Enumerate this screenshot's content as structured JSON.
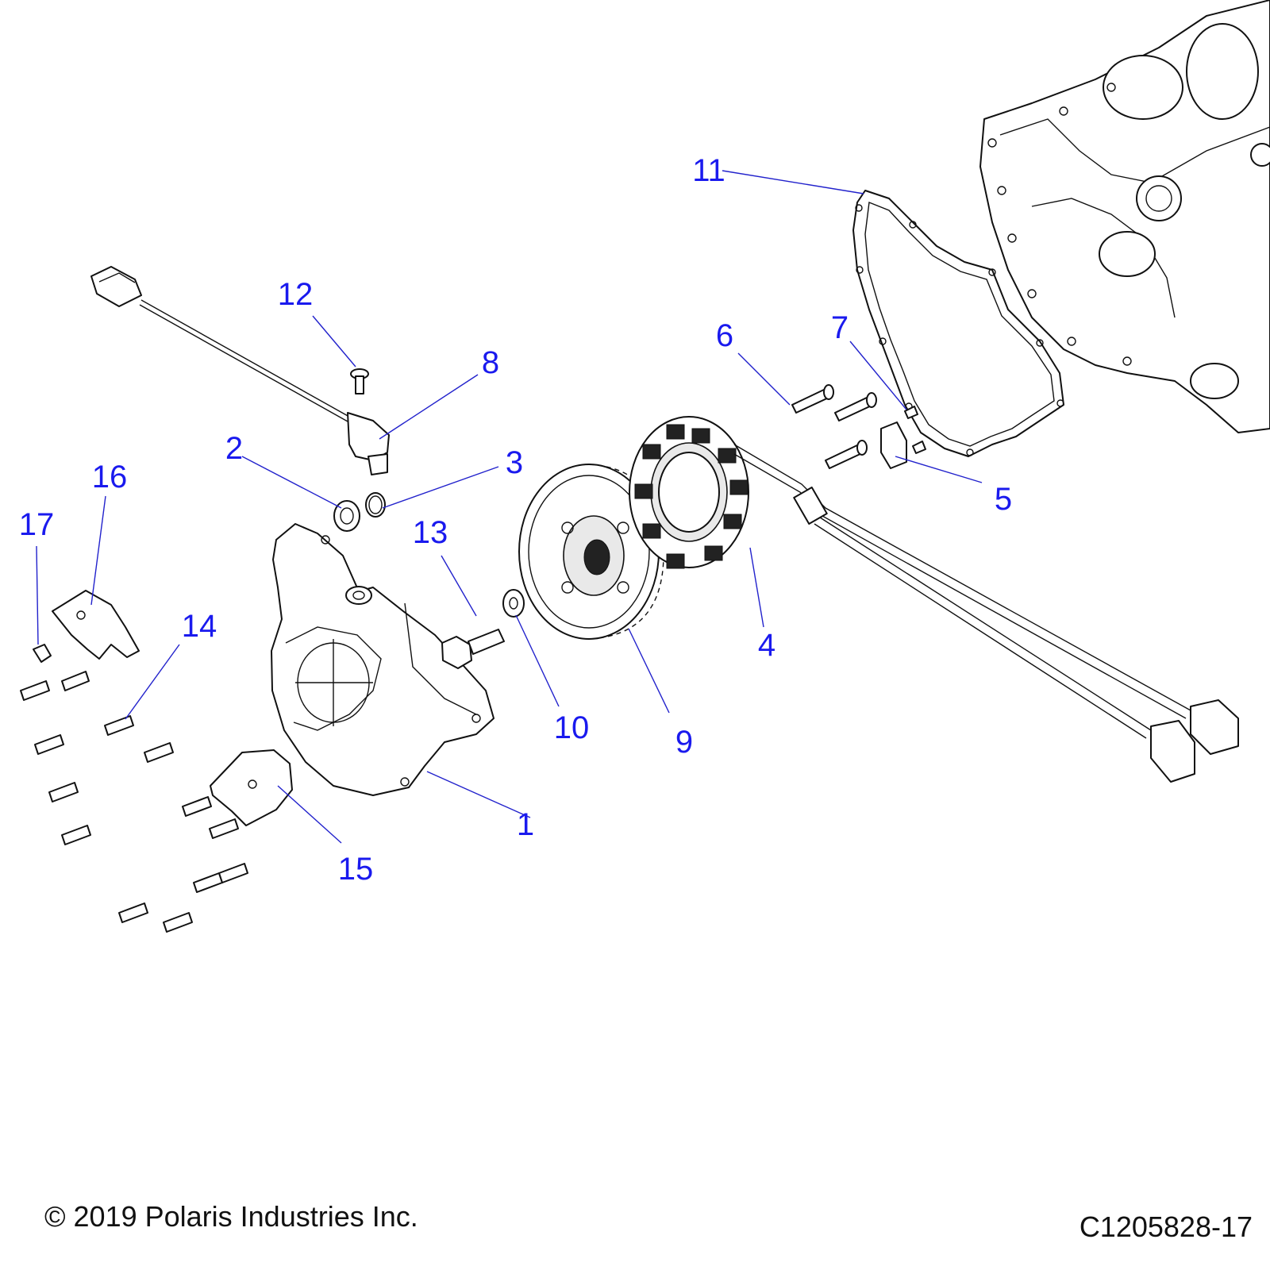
{
  "callouts": [
    {
      "id": "1",
      "label": "1"
    },
    {
      "id": "2",
      "label": "2"
    },
    {
      "id": "3",
      "label": "3"
    },
    {
      "id": "4",
      "label": "4"
    },
    {
      "id": "5",
      "label": "5"
    },
    {
      "id": "6",
      "label": "6"
    },
    {
      "id": "7",
      "label": "7"
    },
    {
      "id": "8",
      "label": "8"
    },
    {
      "id": "9",
      "label": "9"
    },
    {
      "id": "10",
      "label": "10"
    },
    {
      "id": "11",
      "label": "11"
    },
    {
      "id": "12",
      "label": "12"
    },
    {
      "id": "13",
      "label": "13"
    },
    {
      "id": "14",
      "label": "14"
    },
    {
      "id": "15",
      "label": "15"
    },
    {
      "id": "16",
      "label": "16"
    },
    {
      "id": "17",
      "label": "17"
    }
  ],
  "footer": {
    "copyright": "© 2019 Polaris Industries Inc.",
    "drawing_number": "C1205828-17"
  },
  "colors": {
    "callout": "#1a1aee",
    "leader": "#2222cc",
    "line_art": "#111111"
  }
}
